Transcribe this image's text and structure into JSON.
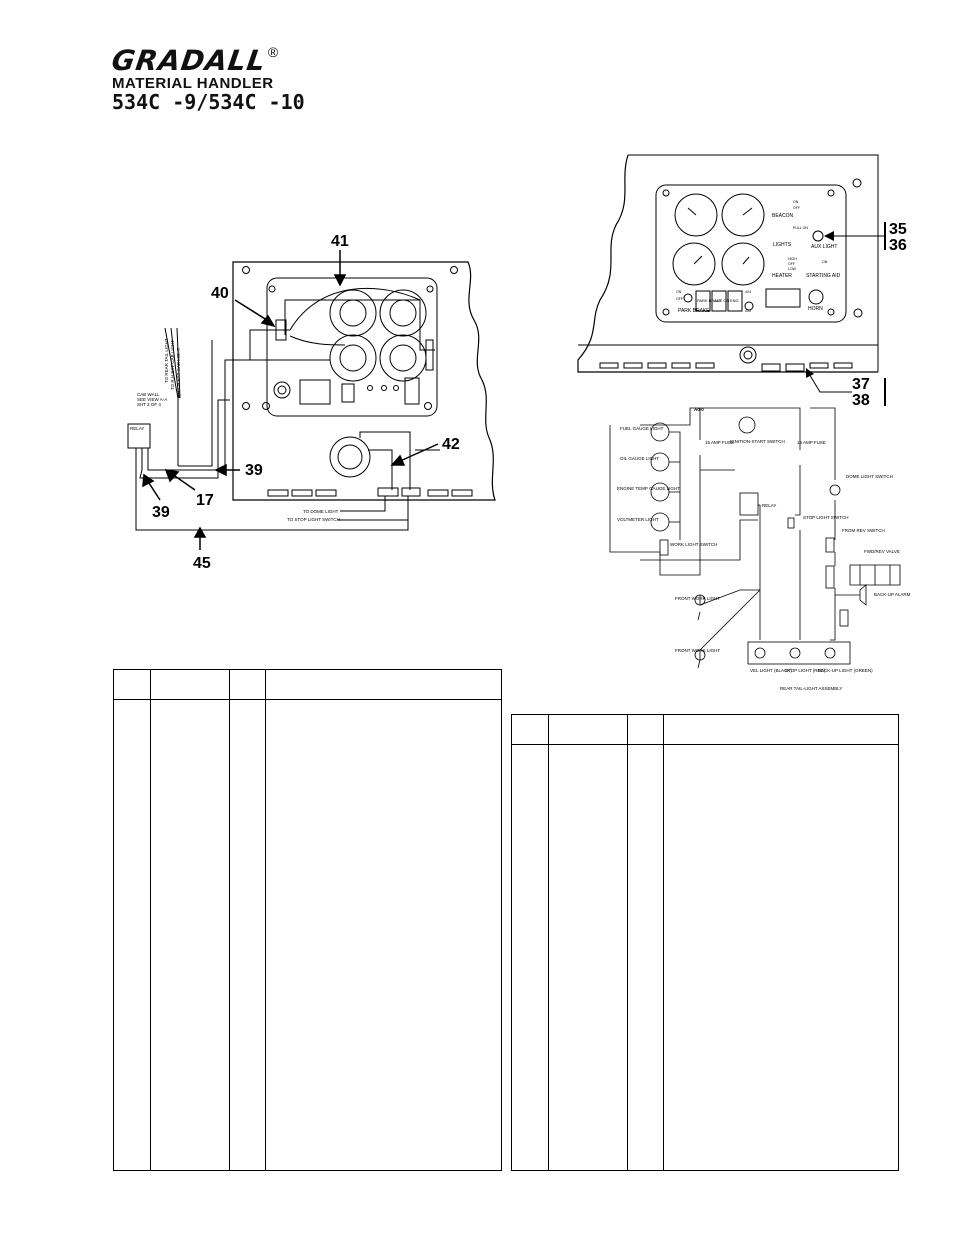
{
  "header": {
    "brand": "GRADALL",
    "registered": "®",
    "subtitle": "MATERIAL HANDLER",
    "model": "534C -9/534C -10"
  },
  "left_diagram": {
    "callouts": [
      "41",
      "40",
      "42",
      "39",
      "17",
      "39",
      "45"
    ],
    "wire_labels": [
      "TO REAR TAIL LIGHT",
      "TO R.H.EXT CAB LIGHT",
      "TO L.H.EXT CAB LIGHT"
    ],
    "cab_wall_note": [
      "CAB WALL",
      "SEE VIEW A-A",
      "SHT 2 OF 4"
    ],
    "relay_label": "RELAY",
    "to_dome_light": "TO DOME LIGHT",
    "to_stop_light_switch": "TO STOP LIGHT SWITCH"
  },
  "right_panel": {
    "callouts": [
      "35",
      "36",
      "37",
      "38"
    ],
    "switch_labels": [
      "BEACON",
      "LIGHTS",
      "AUX LIGHT",
      "HEATER",
      "STARTING AID",
      "HORN",
      "PARK BRAKE"
    ],
    "indicator_labels": [
      "PARK BRAKE ON",
      "ALT",
      "ENG"
    ],
    "small_labels": [
      "ON",
      "OFF",
      "PULL ON",
      "HIGH",
      "LOW",
      "OFF",
      "ON",
      "ON",
      "OFF",
      "4X4",
      "4X2"
    ]
  },
  "schematic": {
    "gauges": [
      "FUEL GAUGE LIGHT",
      "OIL GAUGE LIGHT",
      "ENGINE TEMP GAUGE LIGHT",
      "VOLTMETER LIGHT"
    ],
    "fuse_left": "15 AMP FUSE",
    "fuse_right": "15 AMP FUSE",
    "ignition": "IGNITION-START SWITCH",
    "relay": "RELAY",
    "dome_light_switch": "DOME LIGHT SWITCH",
    "stop_light_switch": "STOP LIGHT SWITCH",
    "work_light_switch": "WORK LIGHT SWITCH",
    "from_rev_switch": "FROM REV SWITCH",
    "fwd_rev_valve": "FWD/REV VALVE",
    "backup_alarm": "BACK-UP ALARM",
    "front_work_light_1": "FRONT WORK LIGHT",
    "front_work_light_2": "FRONT WORK LIGHT",
    "rear_lights": [
      "VEL LIGHT (BLACK)",
      "STOP LIGHT (RED)",
      "BACK-UP LIGHT (GREEN)"
    ],
    "rear_assembly": "REAR TAIL-LIGHT ASSEMBLY",
    "top_connector": "A0-0"
  },
  "tables": {
    "left": {
      "rows": 0
    },
    "right": {
      "rows": 0
    }
  }
}
